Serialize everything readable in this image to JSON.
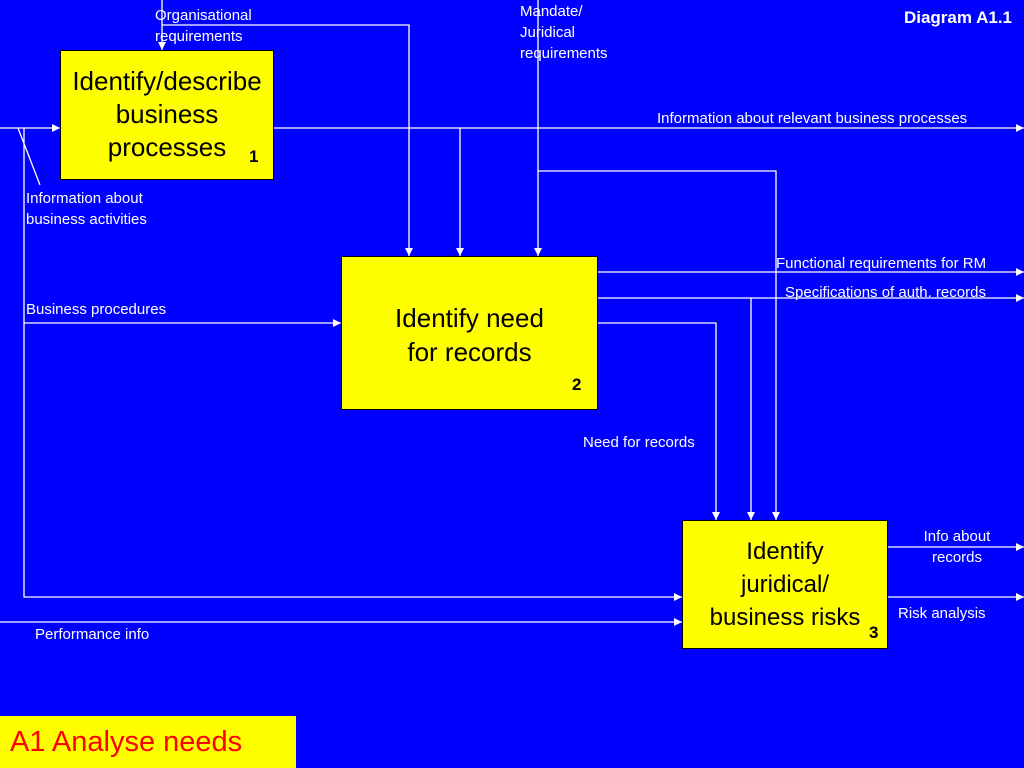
{
  "diagram_id": "Diagram A1.1",
  "footer_title": "A1 Analyse needs",
  "colors": {
    "background": "#0000ff",
    "box": "#ffff00",
    "line": "#ffffff",
    "footer_text": "#ff0000"
  },
  "activities": [
    {
      "title": "Identify/describe business processes",
      "number": "1"
    },
    {
      "title": "Identify need for records",
      "number": "2"
    },
    {
      "title": "Identify juridical/ business risks",
      "number": "3"
    }
  ],
  "flows": {
    "organisational_requirements": "Organisational requirements",
    "mandate_juridical_requirements": "Mandate/ Juridical requirements",
    "information_about_business_activities": "Information about business activities",
    "business_procedures": "Business procedures",
    "performance_info": "Performance info",
    "information_about_relevant_business_processes": "Information about relevant business processes",
    "functional_requirements_for_rm": "Functional requirements for RM",
    "specifications_of_auth_records": "Specifications of auth. records",
    "need_for_records": "Need for records",
    "info_about_records": "Info about records",
    "risk_analysis": "Risk analysis"
  }
}
